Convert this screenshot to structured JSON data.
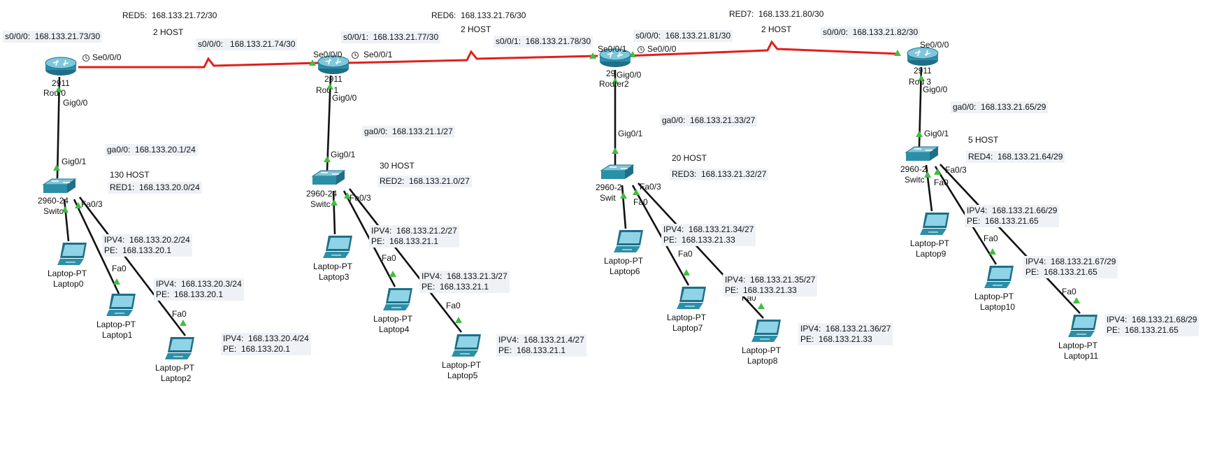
{
  "colors": {
    "serial_link": "#e0201b",
    "ethernet_link": "#111111",
    "link_up": "#3fbf3f",
    "device_cyan": "#2c8fa8",
    "annotation_bg": "#eef2f7"
  },
  "routers": [
    {
      "model": "2911",
      "name": "Router0",
      "name_visible": "Rou  0"
    },
    {
      "model": "2911",
      "name": "Router1",
      "name_visible": "Rou  1"
    },
    {
      "model": "2911",
      "name": "Router2",
      "name_visible": "Router2",
      "model_visible": "29"
    },
    {
      "model": "2911",
      "name": "Router3",
      "name_visible": "Rou  3"
    }
  ],
  "switches": [
    {
      "model": "2960-24TT",
      "model_visible": "2960-24",
      "name_visible": "Switc"
    },
    {
      "model": "2960-24TT",
      "model_visible": "2960-24",
      "name_visible": "Switc"
    },
    {
      "model": "2960-24TT",
      "model_visible": "2960-2",
      "name_visible": "Swit"
    },
    {
      "model": "2960-24TT",
      "model_visible": "2960-2",
      "name_visible": "Switc"
    }
  ],
  "laptops": [
    {
      "model": "Laptop-PT",
      "name": "Laptop0"
    },
    {
      "model": "Laptop-PT",
      "name": "Laptop1"
    },
    {
      "model": "Laptop-PT",
      "name": "Laptop2"
    },
    {
      "model": "Laptop-PT",
      "name": "Laptop3"
    },
    {
      "model": "Laptop-PT",
      "name": "Laptop4"
    },
    {
      "model": "Laptop-PT",
      "name": "Laptop5"
    },
    {
      "model": "Laptop-PT",
      "name": "Laptop6"
    },
    {
      "model": "Laptop-PT",
      "name": "Laptop7"
    },
    {
      "model": "Laptop-PT",
      "name": "Laptop8"
    },
    {
      "model": "Laptop-PT",
      "name": "Laptop9"
    },
    {
      "model": "Laptop-PT",
      "name": "Laptop10"
    },
    {
      "model": "Laptop-PT",
      "name": "Laptop11"
    }
  ],
  "ports": {
    "r0_se": "Se0/0/0",
    "r0_gig": "Gig0/0",
    "r1_se0": "Se0/0/0",
    "r1_se1": "Se0/0/1",
    "r1_gig": "Gig0/0",
    "r2_se1": "Se0/0/1",
    "r2_se0": "Se0/0/0",
    "r2_gig": "Gig0/0",
    "r3_se": "Se0/0/0",
    "r3_gig": "Gig0/0",
    "sw0_gig": "Gig0/1",
    "sw1_gig": "Gig0/1",
    "sw2_gig": "Gig0/1",
    "sw3_gig": "Gig0/1",
    "fa03": "Fa0/3",
    "fa0": "Fa0"
  },
  "annotations": {
    "red5": "RED5:  168.133.21.72/30",
    "red5_host": "2 HOST",
    "r0_s000": "s0/0/0:  168.133.21.73/30",
    "r1_s000": "s0/0/0:   168.133.21.74/30",
    "r1_s001": "s0/0/1:  168.133.21.77/30",
    "red6": "RED6:  168.133.21.76/30",
    "red6_host": "2 HOST",
    "r2_s001": "s0/0/1:  168.133.21.78/30",
    "r2_s000": "s0/0/0:  168.133.21.81/30",
    "red7": "RED7:  168.133.21.80/30",
    "red7_host": "2 HOST",
    "r3_s000": "s0/0/0:  168.133.21.82/30",
    "ga0_1": "ga0/0:  168.133.20.1/24",
    "host_1": "130 HOST",
    "red1": "RED1:  168.133.20.0/24",
    "ga0_2": "ga0/0:  168.133.21.1/27",
    "host_2": "30 HOST",
    "red2": "RED2:  168.133.21.0/27",
    "ga0_3": "ga0/0:  168.133.21.33/27",
    "host_3": "20 HOST",
    "red3": "RED3:  168.133.21.32/27",
    "ga0_4": "ga0/0:  168.133.21.65/29",
    "host_4": "5 HOST",
    "red4": "RED4:  168.133.21.64/29",
    "lap0_ip": "IPV4:  168.133.20.2/24\nPE:  168.133.20.1",
    "lap1_ip": "IPV4:  168.133.20.3/24\nPE:  168.133.20.1",
    "lap2_ip": "IPV4:  168.133.20.4/24\nPE:  168.133.20.1",
    "lap3_ip": "IPV4:  168.133.21.2/27\nPE:  168.133.21.1",
    "lap4_ip": "IPV4:  168.133.21.3/27\nPE:  168.133.21.1",
    "lap5_ip": "IPV4:  168.133.21.4/27\nPE:  168.133.21.1",
    "lap6_ip": "IPV4:  168.133.21.34/27\nPE:  168.133.21.33",
    "lap7_ip": "IPV4:  168.133.21.35/27\nPE:  168.133.21.33",
    "lap8_ip": "IPV4:  168.133.21.36/27\nPE:  168.133.21.33",
    "lap9_ip": "IPV4:  168.133.21.66/29\nPE:  168.133.21.65",
    "lap10_ip": "IPV4:  168.133.21.67/29\nPE:  168.133.21.65",
    "lap11_ip": "IPV4:  168.133.21.68/29\nPE:  168.133.21.65"
  }
}
